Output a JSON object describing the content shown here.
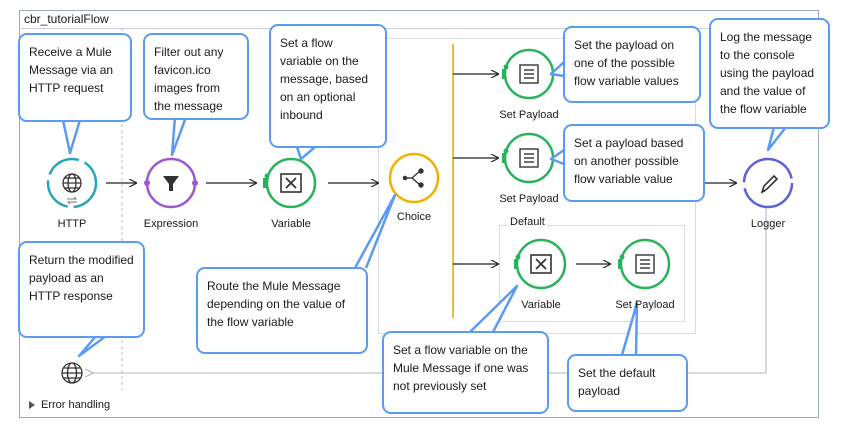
{
  "flow": {
    "title": "cbr_tutorialFlow"
  },
  "nodes": {
    "http": {
      "label": "HTTP",
      "icon": "globe-icon"
    },
    "expression": {
      "label": "Expression",
      "icon": "filter-icon"
    },
    "variable": {
      "label": "Variable",
      "icon": "variable-icon"
    },
    "choice": {
      "label": "Choice",
      "icon": "branch-icon"
    },
    "set_payload_1": {
      "label": "Set Payload",
      "icon": "document-icon"
    },
    "set_payload_2": {
      "label": "Set Payload",
      "icon": "document-icon"
    },
    "default_variable": {
      "label": "Variable",
      "icon": "variable-icon"
    },
    "default_set_payload": {
      "label": "Set Payload",
      "icon": "document-icon"
    },
    "logger": {
      "label": "Logger",
      "icon": "pencil-icon"
    },
    "response": {
      "icon": "globe-icon"
    }
  },
  "default_branch": {
    "label": "Default"
  },
  "error_handling": {
    "label": "Error handling"
  },
  "callouts": {
    "receive": "Receive a Mule Message via an HTTP request",
    "filter": "Filter out any favicon.ico images from the message",
    "set_flow_var": "Set a flow variable on the message, based on an optional inbound",
    "set_payload_one": "Set the payload on one of the possible flow variable values",
    "set_payload_another": "Set a payload based on another possible flow variable value",
    "log": "Log the message to the console using the payload and the value of the flow variable",
    "return": "Return the modified payload as an HTTP response",
    "route": "Route the Mule Message depending on the value of the flow variable",
    "set_if_not_set": "Set a flow variable on the Mule Message if one was not previously set",
    "default_payload": "Set the default payload"
  },
  "colors": {
    "callout_border": "#5b9bf2",
    "http_ring": "#2aa6b9",
    "expression_ring": "#9b59d0",
    "transformer_ring": "#27b35a",
    "choice_ring": "#f0b100",
    "logger_ring": "#5b63d6",
    "connector_line": "#222222",
    "choice_branch_line": "#e0a800"
  }
}
